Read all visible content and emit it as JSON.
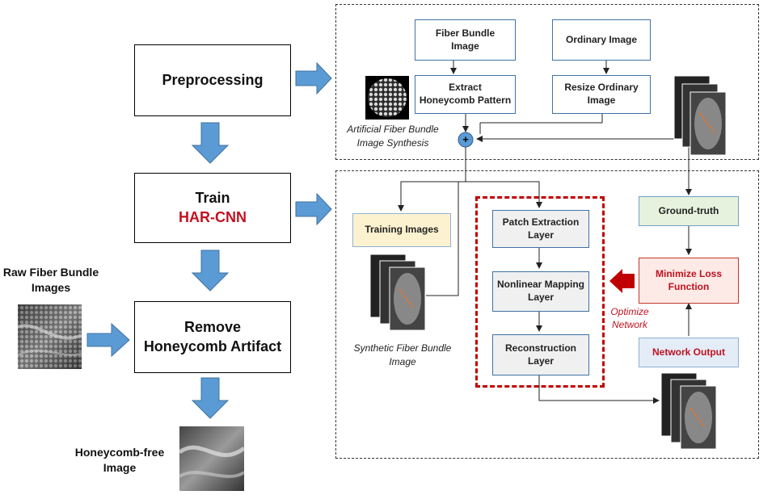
{
  "left_flow": {
    "preprocessing": "Preprocessing",
    "train": "Train",
    "model_name": "HAR-CNN",
    "remove": "Remove\nHoneycomb Artifact",
    "raw_label": "Raw Fiber Bundle\nImages",
    "output_label": "Honeycomb-free\nImage"
  },
  "preprocess_panel": {
    "fiber_bundle": "Fiber Bundle\nImage",
    "ordinary": "Ordinary Image",
    "extract": "Extract\nHoneycomb Pattern",
    "resize": "Resize Ordinary\nImage",
    "caption": "Artificial Fiber Bundle\nImage Synthesis",
    "plus_symbol": "+"
  },
  "train_panel": {
    "training_images": "Training Images",
    "synthetic_caption": "Synthetic Fiber Bundle\nImage",
    "patch": "Patch Extraction\nLayer",
    "nonlinear": "Nonlinear Mapping\nLayer",
    "reconstruction": "Reconstruction\nLayer",
    "ground_truth": "Ground-truth",
    "loss": "Minimize Loss\nFunction",
    "network_output": "Network Output",
    "optimize": "Optimize\nNetwork"
  },
  "colors": {
    "arrow_blue": "#5b9bd5",
    "accent_red": "#c0111f",
    "dash_red": "#c00000",
    "box_border_blue": "#3f72a6"
  }
}
